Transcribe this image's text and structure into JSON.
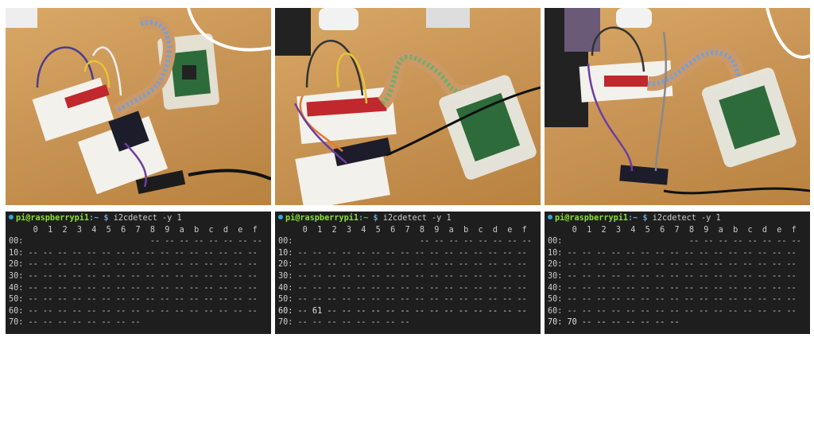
{
  "panels": [
    {
      "photo": {
        "description_icon": "raspberry-pi-breadboard-photo"
      },
      "terminal": {
        "user_host": "pi@raspberrypi1",
        "path": ":~",
        "prompt_symbol": "$",
        "command": "i2cdetect -y 1",
        "lines": [
          "     0  1  2  3  4  5  6  7  8  9  a  b  c  d  e  f",
          "00:                          -- -- -- -- -- -- -- --",
          "10: -- -- -- -- -- -- -- -- -- -- -- -- -- -- -- --",
          "20: -- -- -- -- -- -- -- -- -- -- -- -- -- -- -- --",
          "30: -- -- -- -- -- -- -- -- -- -- -- -- -- -- -- --",
          "40: -- -- -- -- -- -- -- -- -- -- -- -- -- -- -- --",
          "50: -- -- -- -- -- -- -- -- -- -- -- -- -- -- -- --",
          "60: -- -- -- -- -- -- -- -- -- -- -- -- -- -- -- --",
          "70: -- -- -- -- -- -- -- --"
        ]
      }
    },
    {
      "photo": {
        "description_icon": "raspberry-pi-breadboard-photo"
      },
      "terminal": {
        "user_host": "pi@raspberrypi1",
        "path": ":~",
        "prompt_symbol": "$",
        "command": "i2cdetect -y 1",
        "lines": [
          "     0  1  2  3  4  5  6  7  8  9  a  b  c  d  e  f",
          "00:                          -- -- -- -- -- -- -- --",
          "10: -- -- -- -- -- -- -- -- -- -- -- -- -- -- -- --",
          "20: -- -- -- -- -- -- -- -- -- -- -- -- -- -- -- --",
          "30: -- -- -- -- -- -- -- -- -- -- -- -- -- -- -- --",
          "40: -- -- -- -- -- -- -- -- -- -- -- -- -- -- -- --",
          "50: -- -- -- -- -- -- -- -- -- -- -- -- -- -- -- --",
          "60: -- 61 -- -- -- -- -- -- -- -- -- -- -- -- -- --",
          "70: -- -- -- -- -- -- -- --"
        ]
      }
    },
    {
      "photo": {
        "description_icon": "raspberry-pi-breadboard-photo"
      },
      "terminal": {
        "user_host": "pi@raspberrypi1",
        "path": ":~",
        "prompt_symbol": "$",
        "command": "i2cdetect -y 1",
        "lines": [
          "     0  1  2  3  4  5  6  7  8  9  a  b  c  d  e  f",
          "00:                          -- -- -- -- -- -- -- --",
          "10: -- -- -- -- -- -- -- -- -- -- -- -- -- -- -- --",
          "20: -- -- -- -- -- -- -- -- -- -- -- -- -- -- -- --",
          "30: -- -- -- -- -- -- -- -- -- -- -- -- -- -- -- --",
          "40: -- -- -- -- -- -- -- -- -- -- -- -- -- -- -- --",
          "50: -- -- -- -- -- -- -- -- -- -- -- -- -- -- -- --",
          "60: -- -- -- -- -- -- -- -- -- -- -- -- -- -- -- --",
          "70: 70 -- -- -- -- -- -- --"
        ]
      }
    }
  ],
  "colors": {
    "terminal_bg": "#1e1e1e",
    "prompt_user": "#8ae234",
    "prompt_dollar": "#729fcf",
    "status_dot": "#3ba3d8"
  }
}
